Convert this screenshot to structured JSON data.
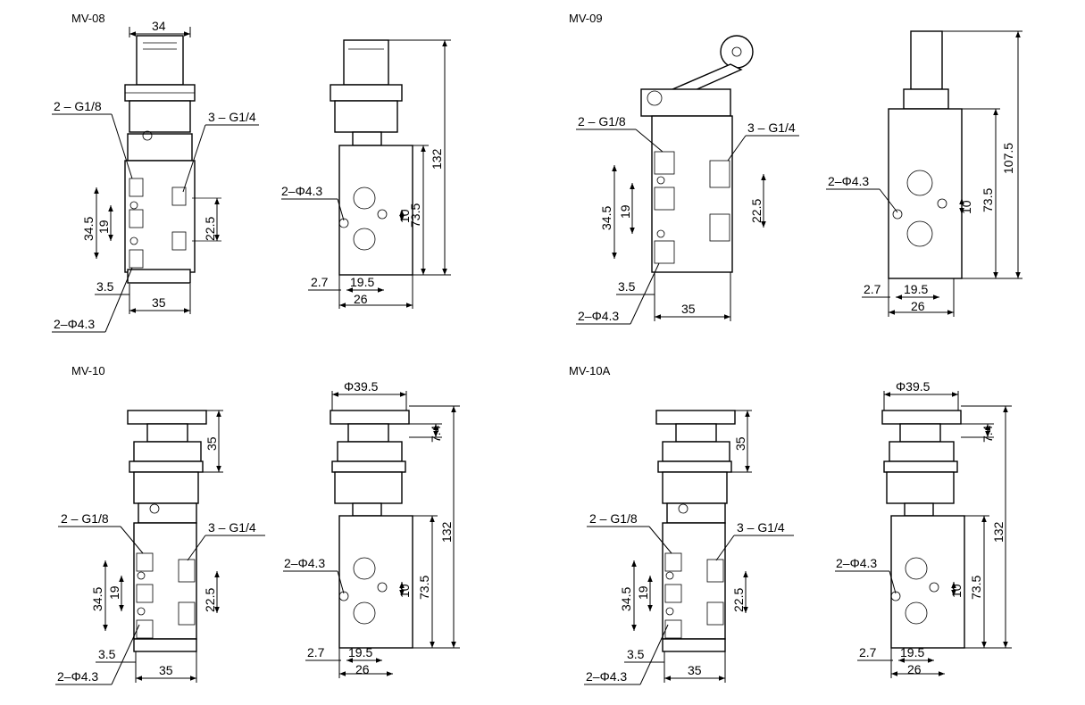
{
  "titles": {
    "mv08": "MV-08",
    "mv09": "MV-09",
    "mv10": "MV-10",
    "mv10a": "MV-10A"
  },
  "labels": {
    "g18": "2 – G1/8",
    "g14": "3 – G1/4",
    "phi43": "2–Φ4.3",
    "phi395": "Φ39.5"
  },
  "dims": {
    "w34": "34",
    "d34_5": "34.5",
    "d19": "19",
    "d22_5": "22.5",
    "d3_5": "3.5",
    "d35": "35",
    "d2_7": "2.7",
    "d19_5": "19.5",
    "d26": "26",
    "d10": "10",
    "d73_5": "73.5",
    "d132": "132",
    "d107_5": "107.5",
    "d7_4": "7.4"
  }
}
